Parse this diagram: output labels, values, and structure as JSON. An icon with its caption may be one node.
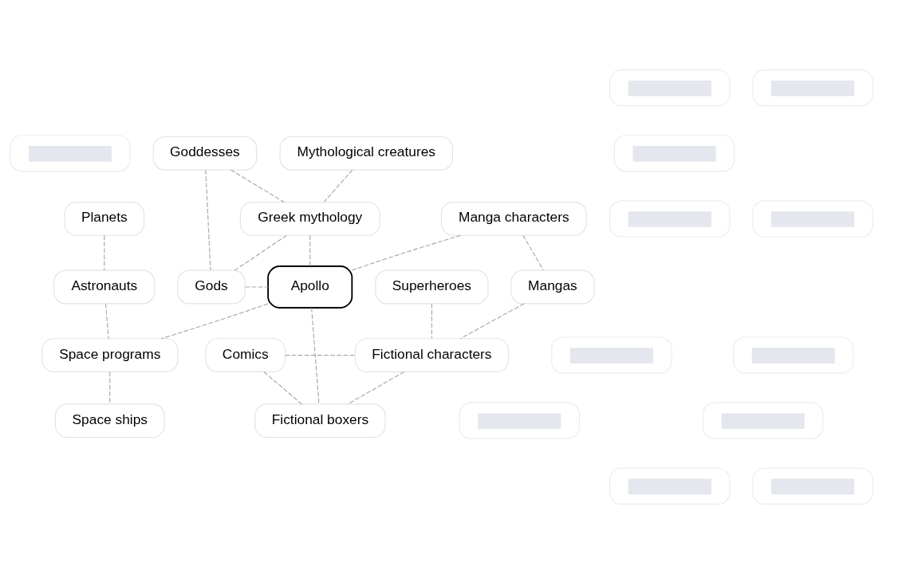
{
  "diagram": {
    "nodes": [
      {
        "text": [],
        "shape": "pill"
      },
      {
        "text": [],
        "shape": "pill"
      },
      {
        "text": [],
        "shape": "pill"
      },
      {
        "text": [
          "Goddesses"
        ]
      },
      {
        "text": [
          "Mythological creatures"
        ]
      },
      {
        "text": [],
        "shape": "pill"
      },
      {
        "text": [],
        "shape": "pill"
      },
      {
        "text": [
          "Planets"
        ]
      },
      {
        "text": [
          "Greek mythology"
        ]
      },
      {
        "text": [
          "Manga characters"
        ]
      },
      {
        "text": [],
        "shape": "pill"
      },
      {
        "text": [
          "Astronauts"
        ]
      },
      {
        "text": [
          "Gods"
        ]
      },
      {
        "text": [
          "Apollo"
        ]
      },
      {
        "text": [
          "Mangas"
        ]
      },
      {
        "text": [
          "Superheroes"
        ]
      },
      {
        "text": [],
        "shape": "pill"
      },
      {
        "text": [
          "Space programs"
        ]
      },
      {
        "text": [
          "Comics"
        ]
      },
      {
        "text": [
          "Fictional characters"
        ]
      },
      {
        "text": [],
        "shape": "pill"
      },
      {
        "text": [],
        "shape": "pill"
      },
      {
        "text": [
          "Space ships"
        ]
      },
      {
        "text": [
          "Fictional boxers"
        ]
      },
      {
        "text": [],
        "shape": "pill"
      },
      {
        "text": [],
        "shape": "pill"
      },
      {
        "text": [],
        "shape": "pill"
      }
    ],
    "edges": [
      {
        "from": 3,
        "to": 12,
        "arrow": "none"
      },
      {
        "from": 3,
        "to": 8,
        "arrow": "none"
      },
      {
        "from": 4,
        "to": 8,
        "arrow": "none"
      },
      {
        "from": 7,
        "to": 11,
        "arrow": "none"
      },
      {
        "from": 8,
        "to": 12,
        "arrow": "none"
      },
      {
        "from": 8,
        "to": 13,
        "arrow": "none"
      },
      {
        "from": 9,
        "to": 13,
        "arrow": "none"
      },
      {
        "from": 9,
        "to": 14,
        "arrow": "none"
      },
      {
        "from": 11,
        "to": 17,
        "arrow": "none"
      },
      {
        "from": 12,
        "to": 13,
        "arrow": "none"
      },
      {
        "from": 13,
        "to": 17,
        "arrow": "none"
      },
      {
        "from": 13,
        "to": 23,
        "arrow": "none"
      },
      {
        "from": 14,
        "to": 19,
        "arrow": "none"
      },
      {
        "from": 15,
        "to": 19,
        "arrow": "none"
      },
      {
        "from": 17,
        "to": 22,
        "arrow": "none"
      },
      {
        "from": 18,
        "to": 19,
        "arrow": "none"
      },
      {
        "from": 18,
        "to": 23,
        "arrow": "none"
      },
      {
        "from": 19,
        "to": 23,
        "arrow": "none"
      }
    ]
  }
}
